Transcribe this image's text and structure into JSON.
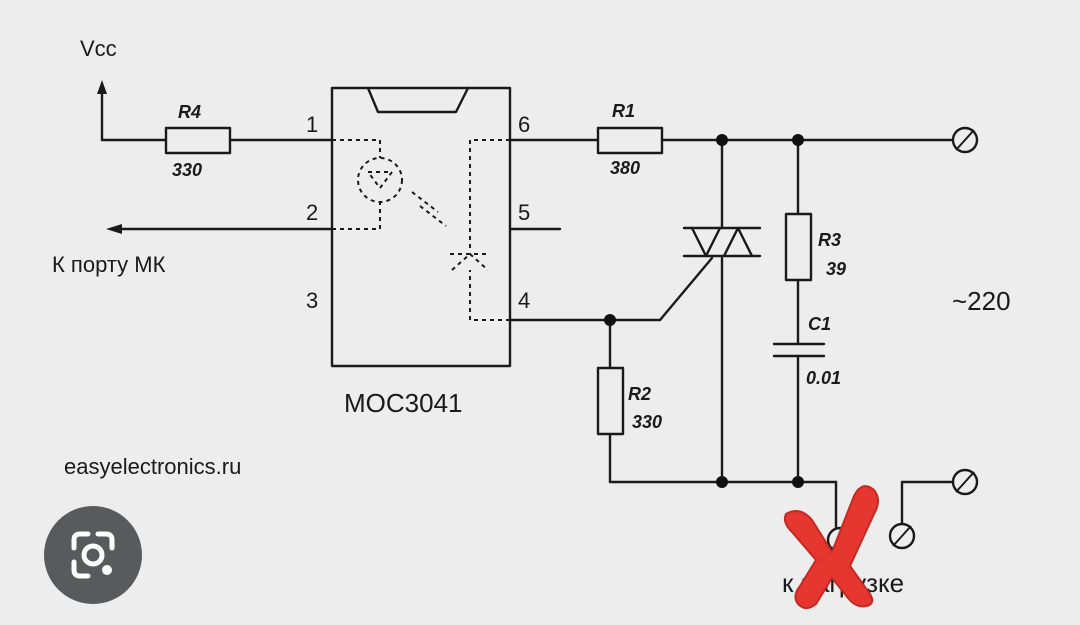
{
  "labels": {
    "vcc": "Vcc",
    "mk_port": "К порту МК",
    "chip": "MOC3041",
    "site": "easyelectronics.ru",
    "mains": "~220",
    "load": "к нагрузке"
  },
  "pins": {
    "p1": "1",
    "p2": "2",
    "p3": "3",
    "p4": "4",
    "p5": "5",
    "p6": "6"
  },
  "components": {
    "r4": {
      "name": "R4",
      "value": "330"
    },
    "r1": {
      "name": "R1",
      "value": "380"
    },
    "r2": {
      "name": "R2",
      "value": "330"
    },
    "r3": {
      "name": "R3",
      "value": "39"
    },
    "c1": {
      "name": "C1",
      "value": "0.01"
    }
  },
  "overlay": {
    "cross_mark": "red-x-icon",
    "lens_button": "google-lens-icon",
    "cross_color": "#e5372f",
    "button_color": "#585a5c"
  }
}
